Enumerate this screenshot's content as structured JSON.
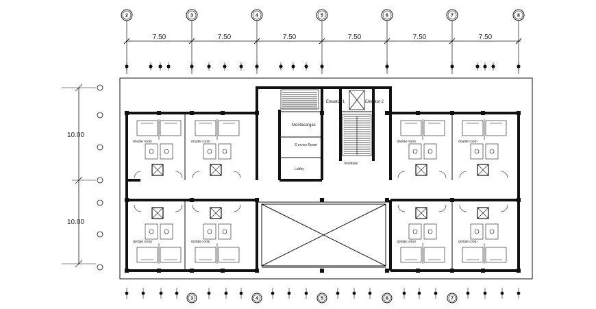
{
  "grid_columns": [
    "2",
    "3",
    "4",
    "5",
    "6",
    "7",
    "8"
  ],
  "grid_bottom_labels": [
    "3",
    "4",
    "5",
    "6",
    "7"
  ],
  "dimensions_horizontal": [
    "7.50",
    "7.50",
    "7.50",
    "7.50",
    "7.50",
    "7.50"
  ],
  "dimensions_vertical": [
    "10.00",
    "10.00"
  ],
  "rooms": {
    "elevator_1": "Elevator 1",
    "elevator_2": "Elevator 2",
    "montacargas": "Montacargas",
    "room_small_1": "S ervice Room",
    "room_small_2": "Lobby",
    "vestibule": "Vestibule",
    "double_room": "double room"
  },
  "colors": {
    "lines": "#111111",
    "background": "#ffffff"
  }
}
